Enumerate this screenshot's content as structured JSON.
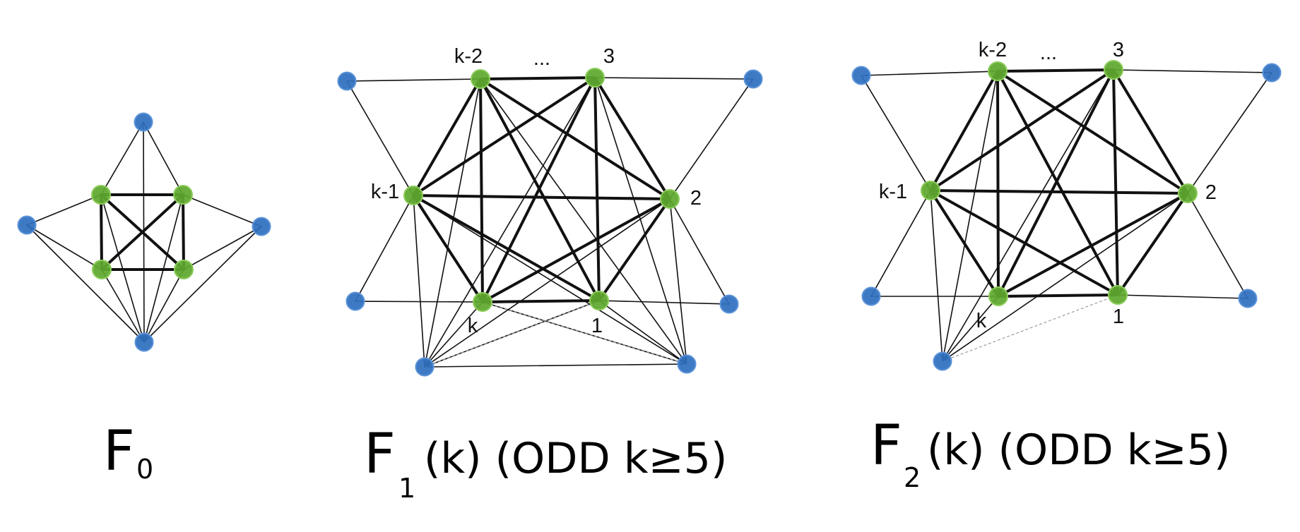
{
  "colors": {
    "outer_vertex": "#2f6fc0",
    "inner_vertex": "#5fa82e",
    "edge": "#111111",
    "dotted_edge": "#9a9a9a"
  },
  "graphs": [
    {
      "id": "F0",
      "caption": {
        "main": "F",
        "sub": "0",
        "rest": ""
      },
      "vertex_labels": [],
      "ellipsis": ""
    },
    {
      "id": "F1",
      "caption": {
        "main": "F",
        "sub": "1",
        "rest": "(k)  (ODD k≥5)"
      },
      "vertex_labels": [
        "k-2",
        "3",
        "k-1",
        "2",
        "k",
        "1"
      ],
      "ellipsis": "..."
    },
    {
      "id": "F2",
      "caption": {
        "main": "F",
        "sub": "2",
        "rest": "(k)  (ODD k≥5)"
      },
      "vertex_labels": [
        "k-2",
        "3",
        "k-1",
        "2",
        "k",
        "1"
      ],
      "ellipsis": "..."
    }
  ]
}
